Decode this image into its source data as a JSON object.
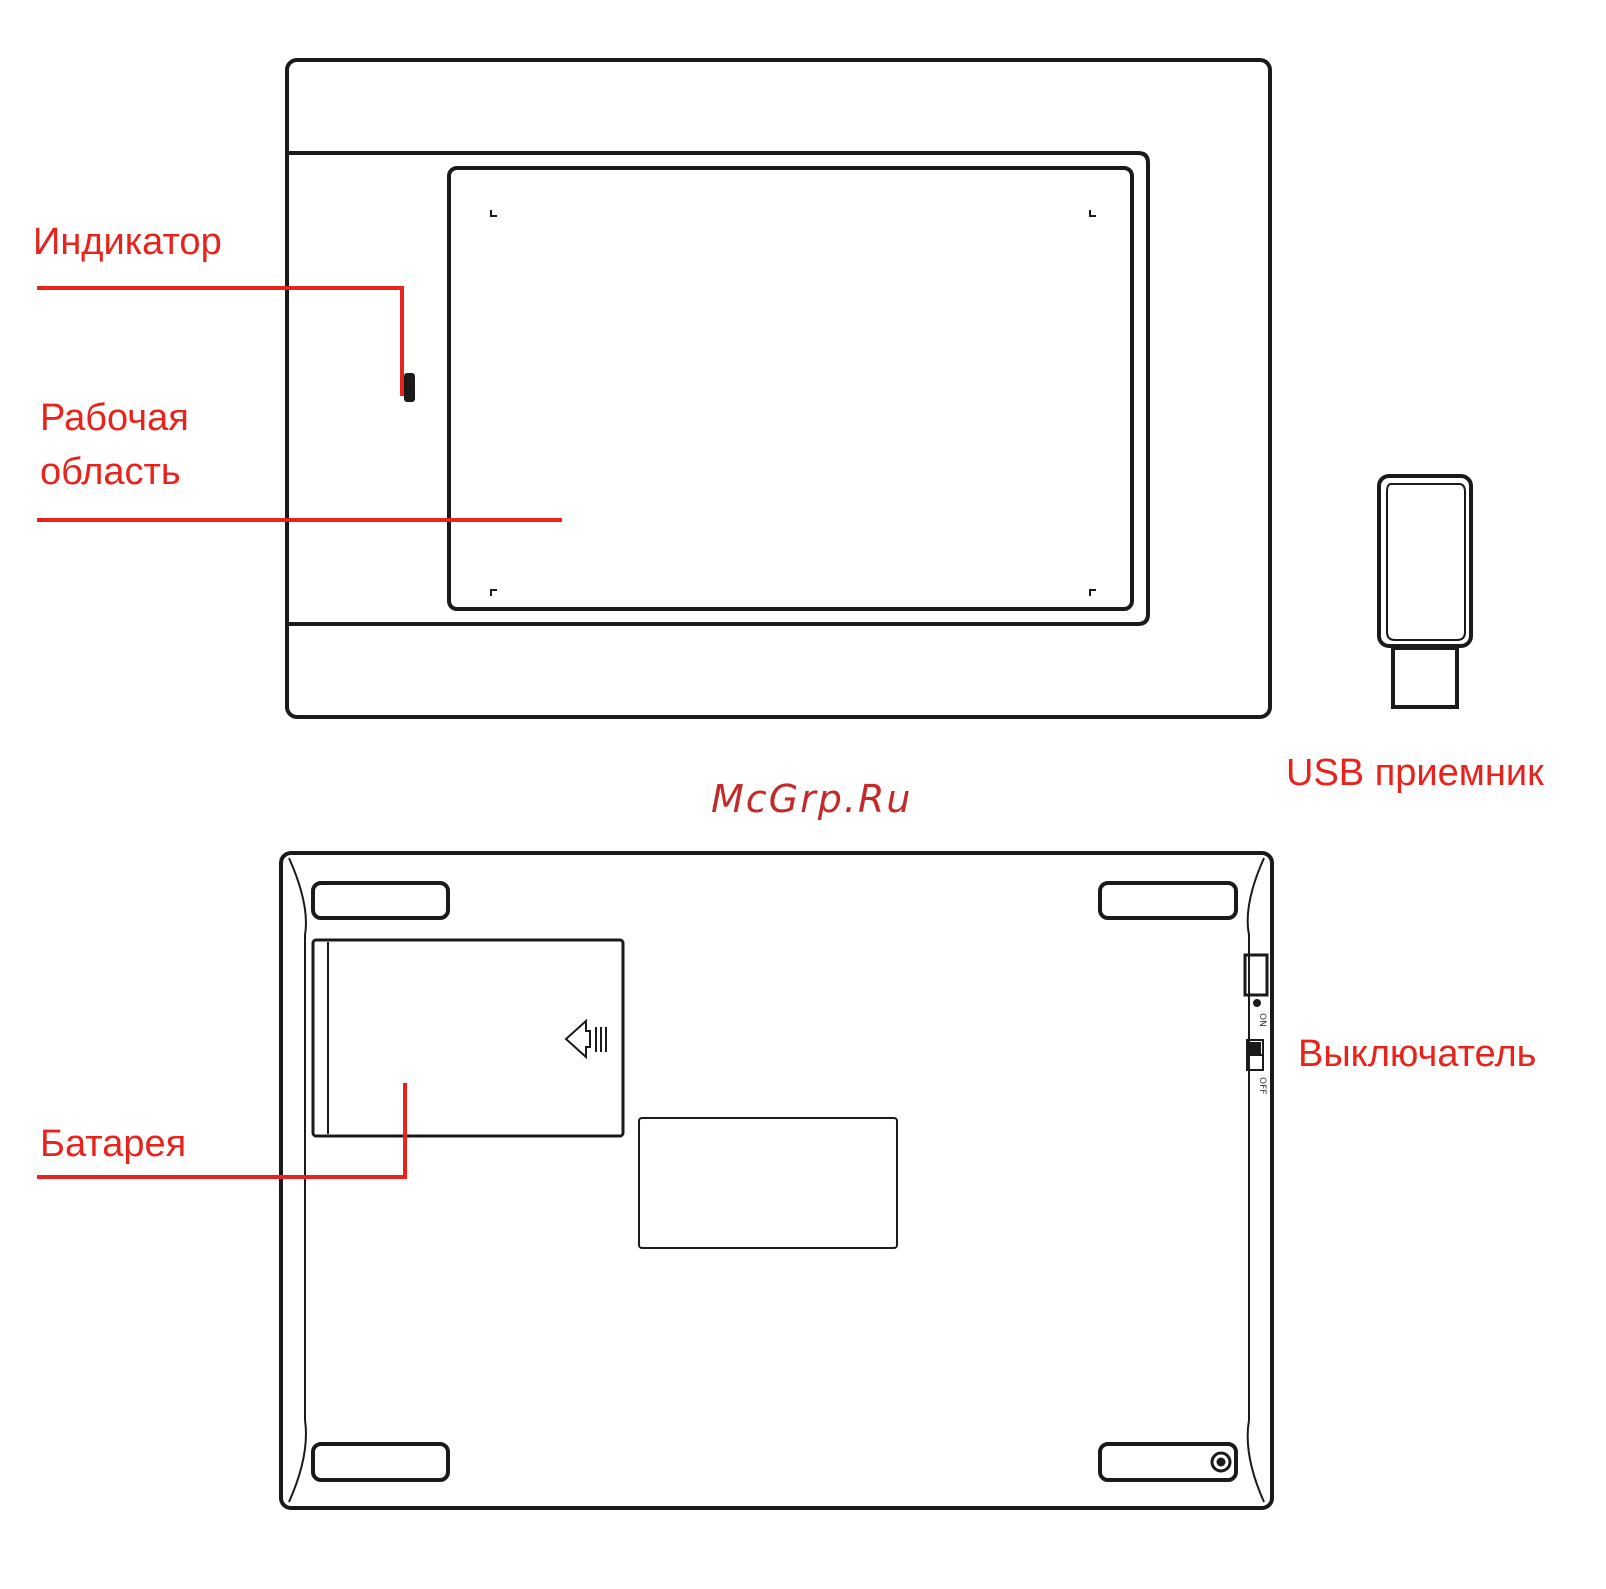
{
  "labels": {
    "indicator": "Индикатор",
    "work_area_line1": "Рабочая",
    "work_area_line2": "область",
    "usb_receiver": "USB приемник",
    "battery": "Батарея",
    "switch": "Выключатель"
  },
  "watermark": "McGrp.Ru",
  "switch_marks": {
    "on": "ON",
    "off": "OFF"
  },
  "colors": {
    "callout": "#e8231c",
    "outline": "#1a1a1a",
    "watermark": "#c42a2a"
  }
}
